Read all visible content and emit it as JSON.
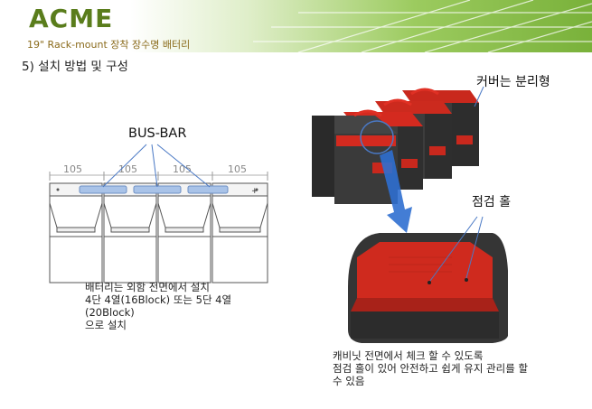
{
  "header": {
    "logo_text": "ACME",
    "subtitle": "19\" Rack-mount 장착 장수명 배터리"
  },
  "section_title": "5) 설치 방법 및 구성",
  "labels": {
    "busbar": "BUS-BAR",
    "cover": "커버는 분리형",
    "inspection_hole": "점검 홀"
  },
  "dimensions": [
    "105",
    "105",
    "105",
    "105"
  ],
  "left_description": [
    "배터리는 외함 전면에서 설치",
    "4단 4열(16Block) 또는 5단 4열",
    "(20Block)",
    "으로 설치"
  ],
  "right_description": [
    "캐비닛 전면에서 체크 할 수 있도록",
    "점검 홀이 있어 안전하고 쉽게 유지 관리를 할",
    "수 있음"
  ],
  "colors": {
    "header_green": "#79b13a",
    "logo_green": "#5a7d1c",
    "battery_red": "#d42a1f",
    "battery_body": "#3a3a3a",
    "arrow_blue": "#2f6fd0"
  }
}
